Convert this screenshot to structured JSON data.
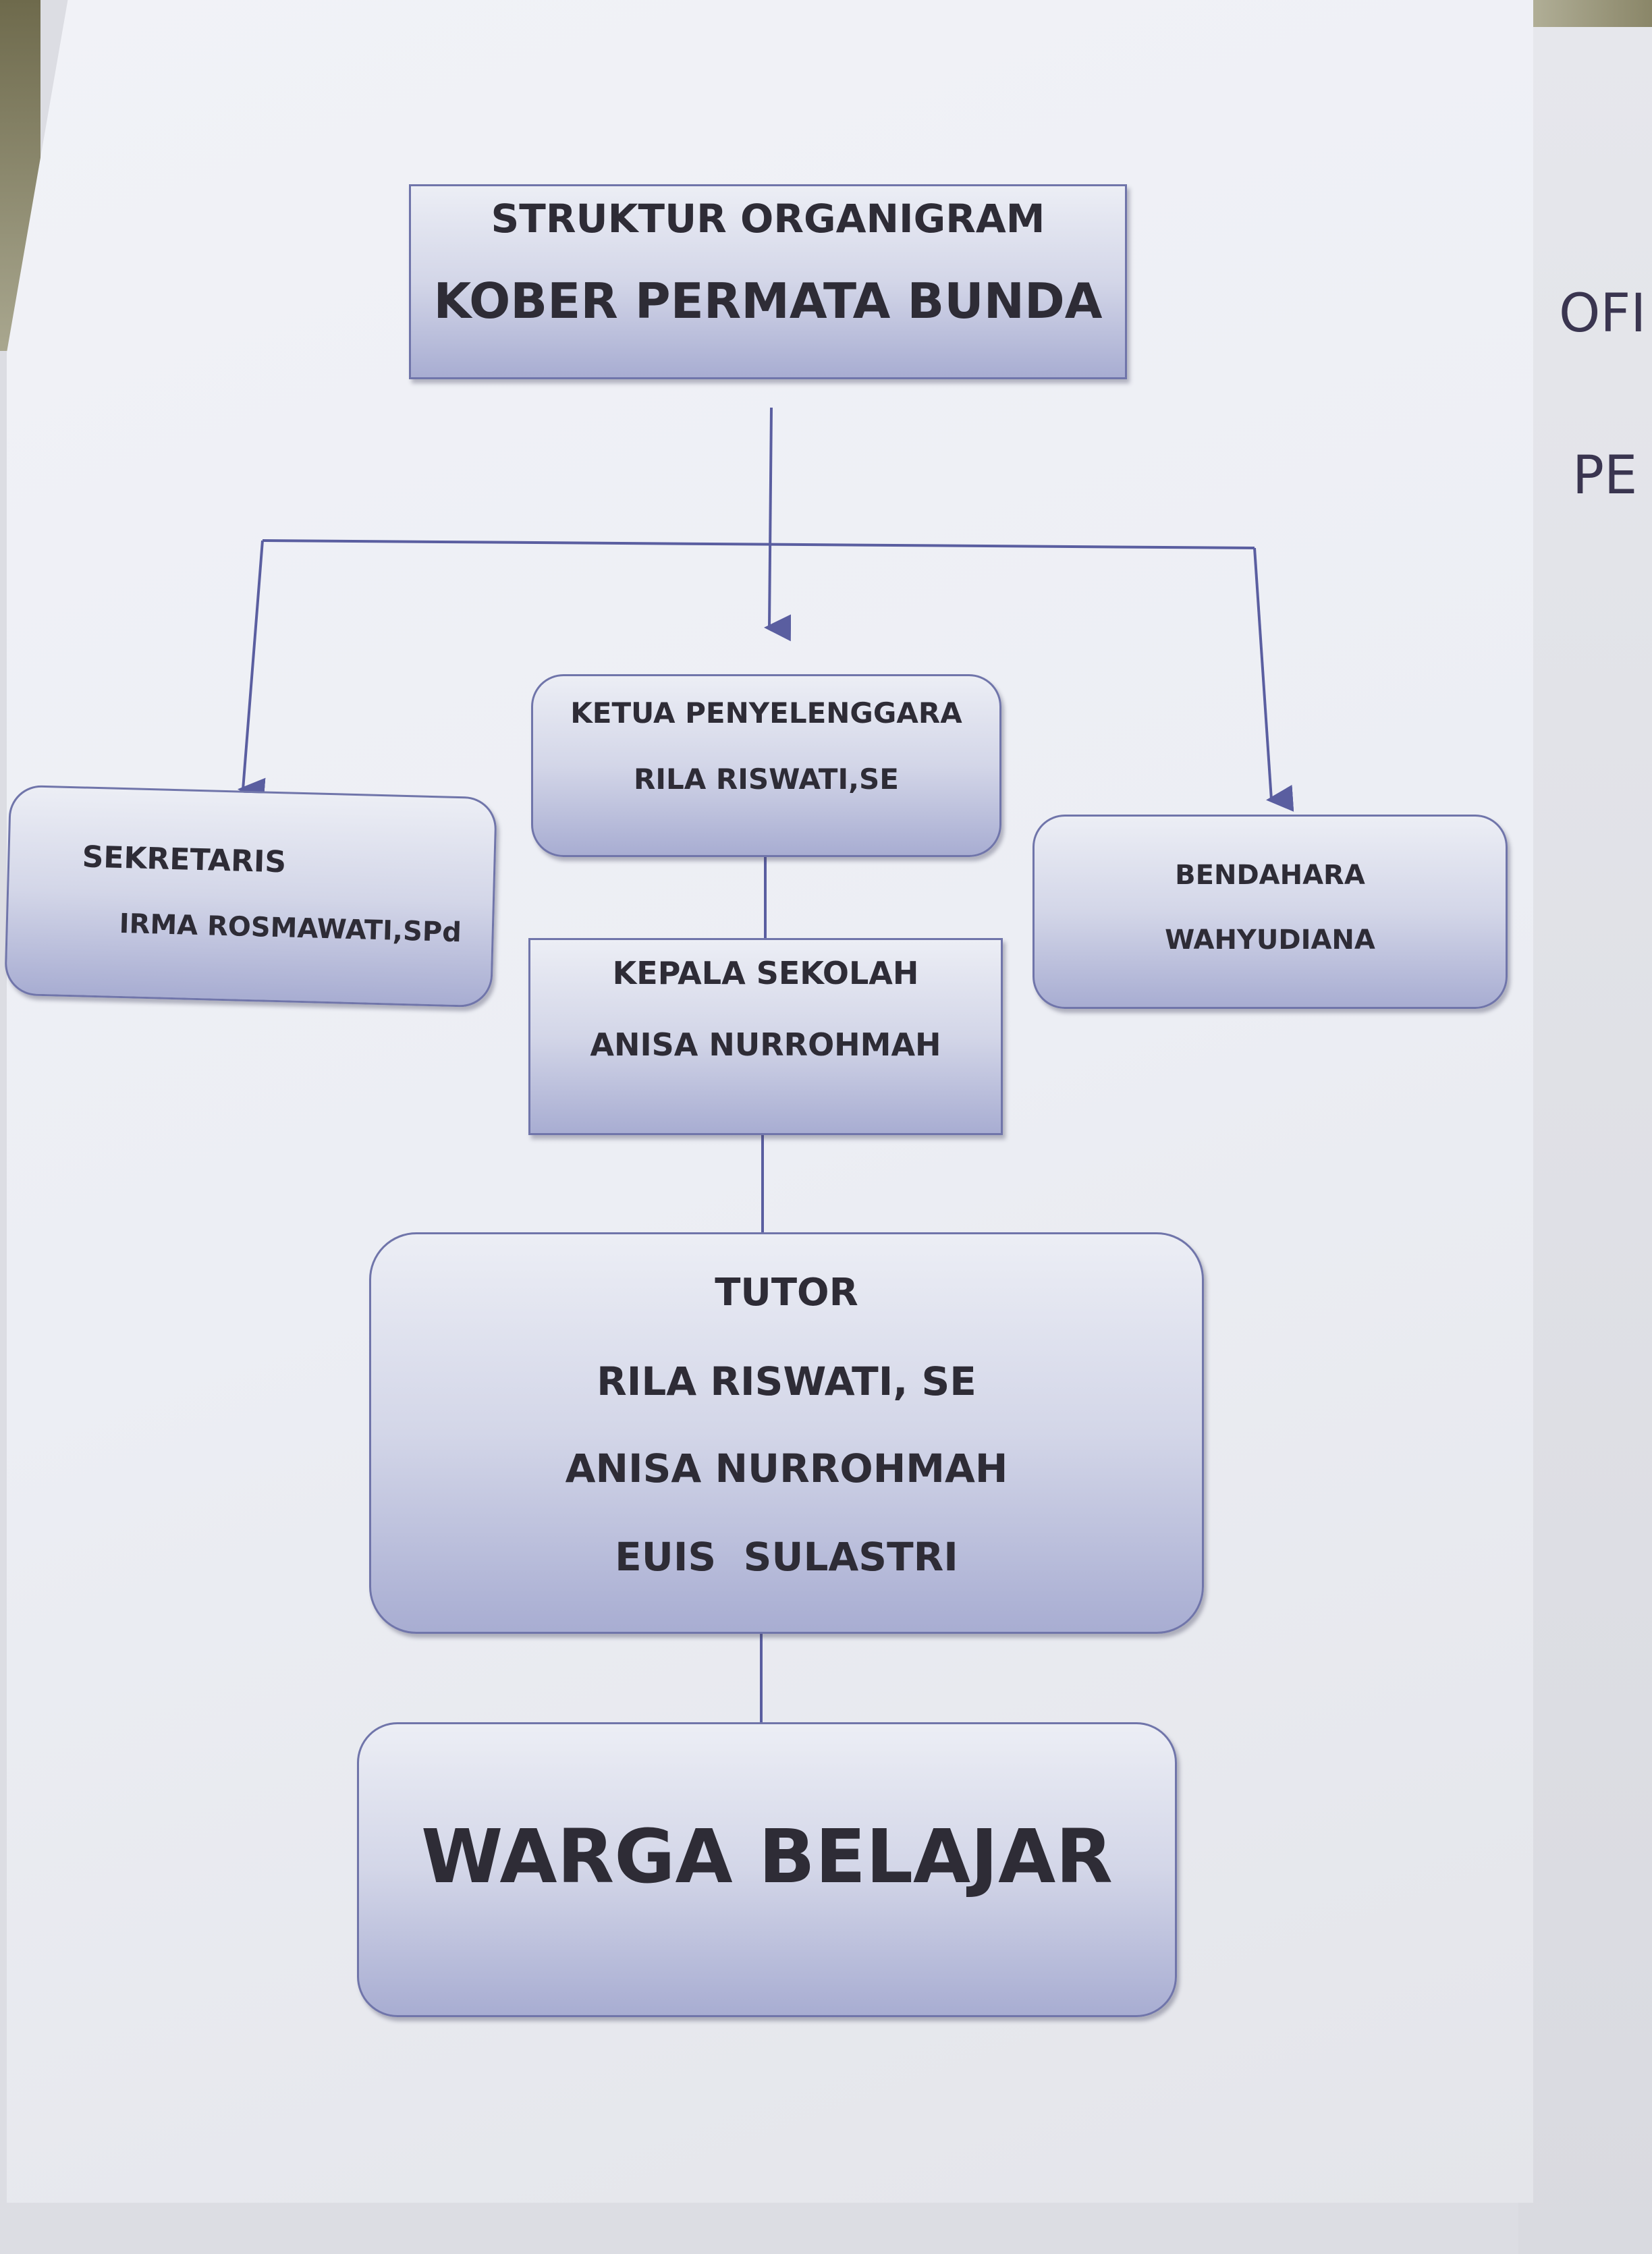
{
  "title": {
    "line1": "STRUKTUR ORGANIGRAM",
    "line2": "KOBER PERMATA BUNDA"
  },
  "nodes": {
    "ketua": {
      "role": "KETUA PENYELENGGARA",
      "name": "RILA RISWATI,SE"
    },
    "sekretaris": {
      "role": "SEKRETARIS",
      "name": "IRMA ROSMAWATI,SPd"
    },
    "bendahara": {
      "role": "BENDAHARA",
      "name": "WAHYUDIANA"
    },
    "kepala": {
      "role": "KEPALA SEKOLAH",
      "name": "ANISA NURROHMAH"
    },
    "tutor": {
      "role": "TUTOR",
      "names": [
        "RILA RISWATI, SE",
        "ANISA NURROHMAH",
        "EUIS  SULASTRI"
      ]
    },
    "warga": {
      "role": "WARGA BELAJAR"
    }
  },
  "background_page": {
    "text1": "OFI",
    "text2": "PE"
  },
  "colors": {
    "box_border": "#7075aa",
    "line": "#5a5ea0",
    "text": "#2e2c36"
  }
}
